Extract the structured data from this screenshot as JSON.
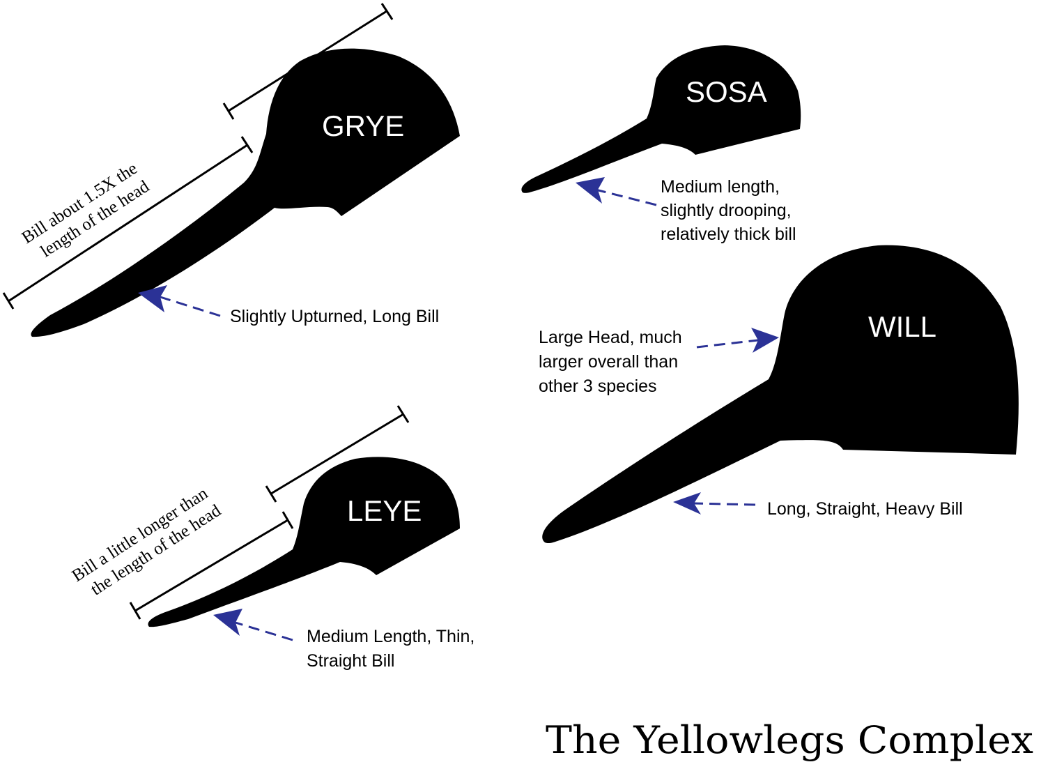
{
  "title": "The Yellowlegs Complex",
  "colors": {
    "silhouette": "#000000",
    "arrow": "#2b3296",
    "background": "#ffffff",
    "label": "#ffffff"
  },
  "species": {
    "grye": {
      "label": "GRYE",
      "note": "Slightly Upturned, Long Bill",
      "measure_note": [
        "Bill about 1.5X the",
        "length of the head"
      ]
    },
    "sosa": {
      "label": "SOSA",
      "note": [
        "Medium length,",
        "slightly drooping,",
        "relatively thick bill"
      ]
    },
    "will": {
      "label": "WILL",
      "note": "Long, Straight, Heavy Bill",
      "head_note": [
        "Large Head, much",
        "larger overall than",
        "other 3 species"
      ]
    },
    "leye": {
      "label": "LEYE",
      "note": [
        "Medium Length, Thin,",
        "Straight Bill"
      ],
      "measure_note": [
        "Bill a little longer than",
        "the length of the head"
      ]
    }
  }
}
